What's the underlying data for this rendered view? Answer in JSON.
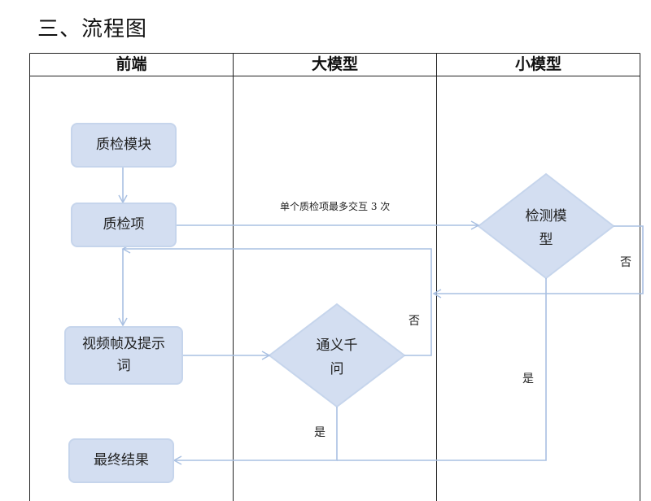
{
  "title": "三、流程图",
  "lanes": {
    "frontend": "前端",
    "large_model": "大模型",
    "small_model": "小模型"
  },
  "nodes": {
    "qc_module": "质检模块",
    "qc_item": "质检项",
    "video_prompt_line1": "视频帧及提示",
    "video_prompt_line2": "词",
    "final_result": "最终结果",
    "tongyi_line1": "通义千",
    "tongyi_line2": "问",
    "detect_line1": "检测模",
    "detect_line2": "型"
  },
  "edge_labels": {
    "max_interactions": "单个质检项最多交互 3 次",
    "detect_no": "否",
    "detect_yes": "是",
    "tongyi_no": "否",
    "tongyi_yes": "是"
  },
  "colors": {
    "node_fill": "#d3def1",
    "node_border": "#c6d5ec",
    "edge": "#a9c0e2",
    "table_line": "#222222"
  }
}
